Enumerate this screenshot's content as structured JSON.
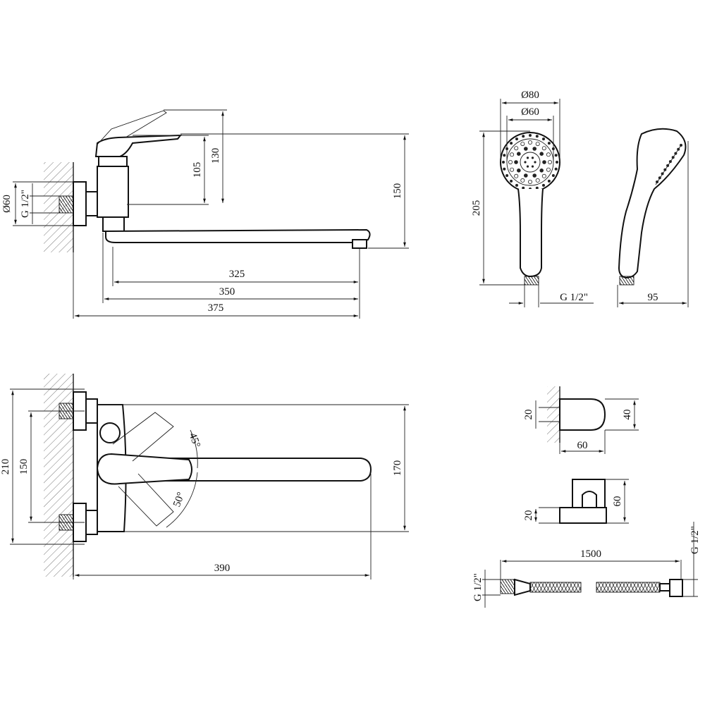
{
  "top_view": {
    "dim_spout_325": "325",
    "dim_spout_350": "350",
    "dim_total_375": "375",
    "dim_height_105": "105",
    "dim_height_130": "130",
    "dim_height_150": "150",
    "dim_flange_d60": "Ø60",
    "dim_thread_g12": "G 1/2\""
  },
  "hand_shower": {
    "dim_d80": "Ø80",
    "dim_d60": "Ø60",
    "dim_length_205": "205",
    "dim_thread_g12": "G 1/2\"",
    "dim_depth_95": "95"
  },
  "front_view": {
    "dim_210": "210",
    "dim_150": "150",
    "dim_170": "170",
    "dim_390": "390",
    "angle_45": "45°",
    "angle_50": "50°"
  },
  "wall_holder": {
    "dim_20": "20",
    "dim_40": "40",
    "dim_60": "60"
  },
  "bracket": {
    "dim_20": "20",
    "dim_60": "60"
  },
  "hose": {
    "dim_length_1500": "1500",
    "dim_thread_left": "G 1/2\"",
    "dim_thread_right": "G 1/2\""
  }
}
